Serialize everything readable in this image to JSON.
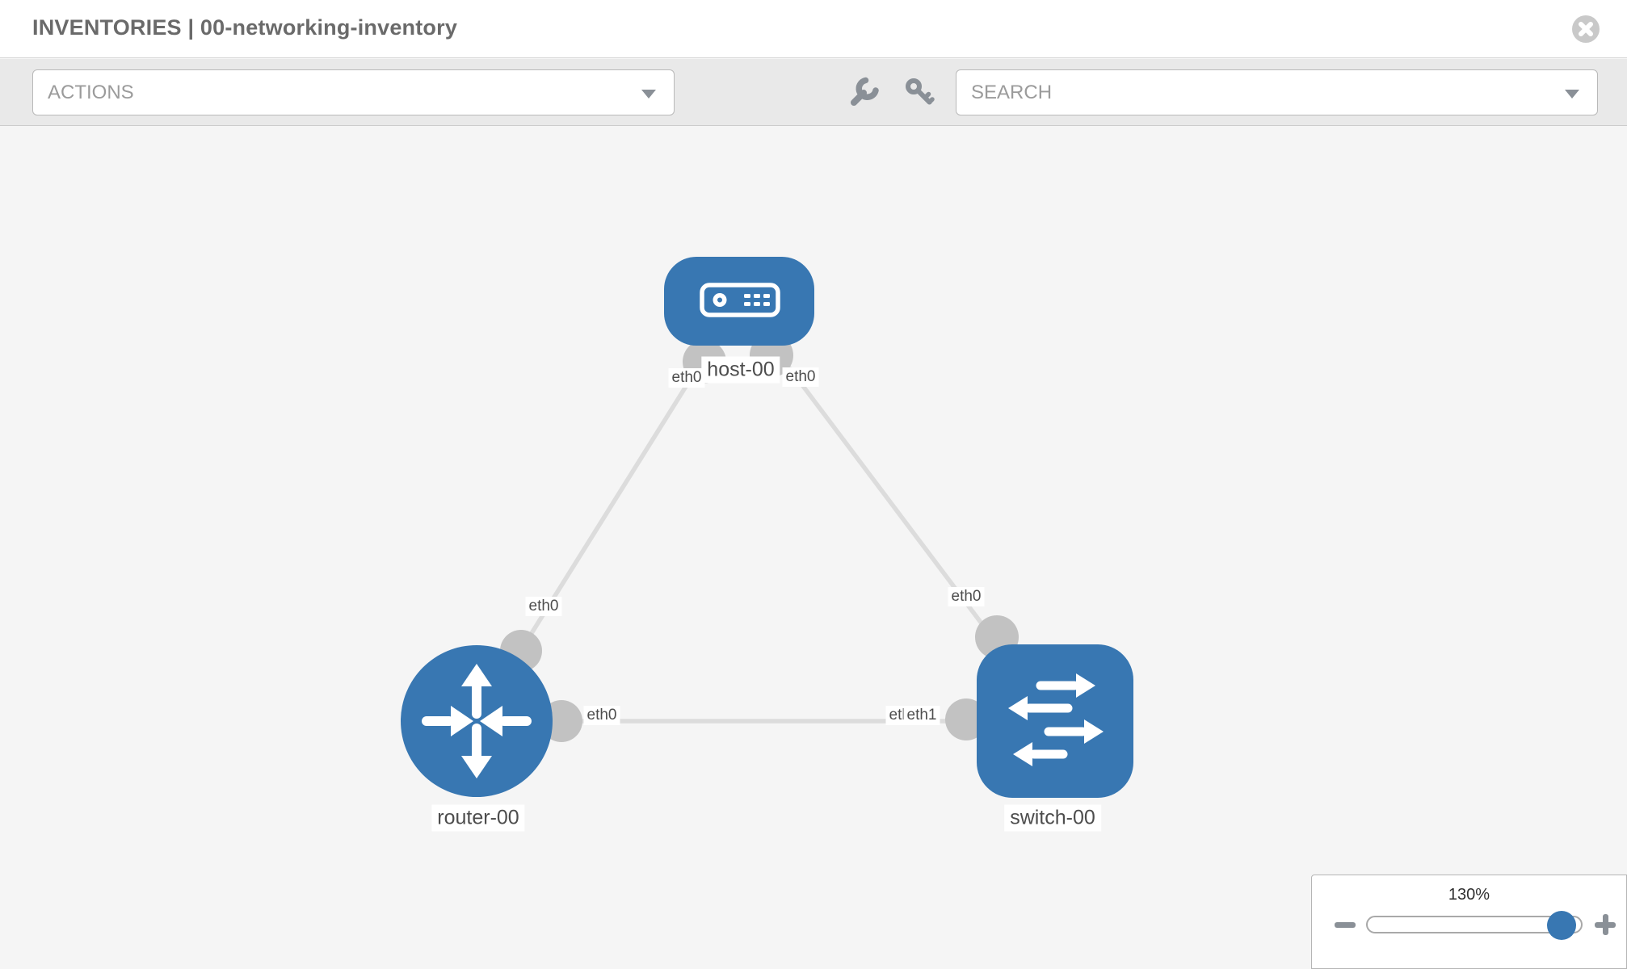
{
  "header": {
    "title": "INVENTORIES | 00-networking-inventory"
  },
  "toolbar": {
    "actions_label": "ACTIONS",
    "search_label": "SEARCH",
    "icons": [
      "wrench-icon",
      "key-icon"
    ]
  },
  "topology": {
    "nodes": [
      {
        "id": "host-00",
        "type": "host",
        "label": "host-00"
      },
      {
        "id": "router-00",
        "type": "router",
        "label": "router-00"
      },
      {
        "id": "switch-00",
        "type": "switch",
        "label": "switch-00"
      }
    ],
    "links": [
      {
        "from": "host-00",
        "to": "router-00",
        "from_if": "eth0",
        "to_if": "eth0"
      },
      {
        "from": "host-00",
        "to": "switch-00",
        "from_if": "eth0",
        "to_if": "eth0"
      },
      {
        "from": "router-00",
        "to": "switch-00",
        "from_if": "eth0",
        "to_if": "eth1"
      }
    ]
  },
  "zoom_control": {
    "level": "130%"
  },
  "colors": {
    "node_blue": "#3877b2",
    "link_gray": "#dcdcdc",
    "port_gray": "#c2c2c2"
  }
}
